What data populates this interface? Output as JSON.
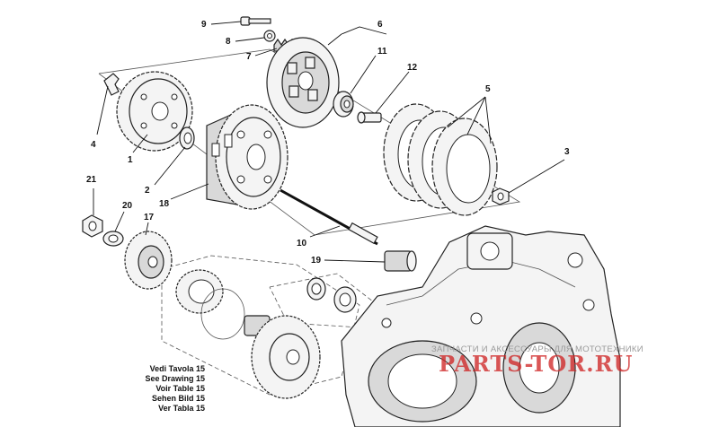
{
  "callouts": [
    "1",
    "2",
    "3",
    "4",
    "5",
    "6",
    "7",
    "8",
    "9",
    "10",
    "11",
    "12",
    "17",
    "18",
    "19",
    "20",
    "21"
  ],
  "reference": {
    "lines": [
      "Vedi Tavola 15",
      "See Drawing 15",
      "Voir Table 15",
      "Sehen Bild 15",
      "Ver Tabla 15"
    ]
  },
  "watermark": {
    "subtitle": "ЗАПЧАСТИ И АКСЕССУАРЫ ДЛЯ МОТОТЕХНИКИ",
    "site": "PARTS-TOR.RU"
  },
  "colors": {
    "line": "#222222",
    "watermark": "#d02828"
  }
}
